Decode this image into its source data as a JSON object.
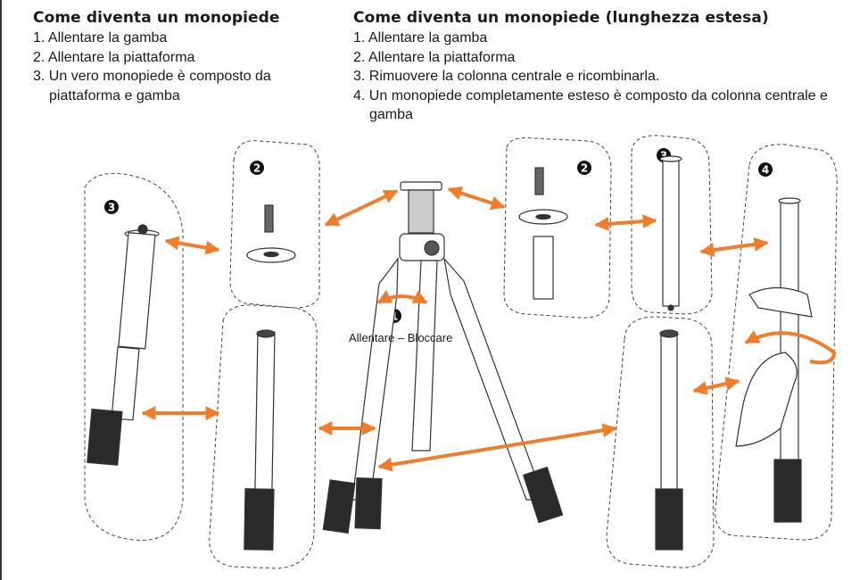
{
  "left": {
    "title": "Come diventa un monopiede",
    "steps": [
      "1.  Allentare la gamba",
      "2. Allentare la piattaforma",
      "3. Un vero monopiede è composto da piattaforma e gamba"
    ]
  },
  "right": {
    "title": "Come diventa un monopiede (lunghezza estesa)",
    "steps": [
      "1.  Allentare la gamba",
      "2. Allentare la piattaforma",
      "3. Rimuovere la colonna centrale e ricombinarla.",
      "4. Un monopiede completamente esteso è composto da colonna centrale e gamba"
    ]
  },
  "figure": {
    "caption": "Allentare – Bloccare",
    "markers": [
      "1",
      "2",
      "3",
      "2",
      "3",
      "4"
    ],
    "accent": "#ef7d2b",
    "icons": [
      "platform-icon",
      "tripod-icon",
      "leg-icon",
      "center-column-icon",
      "hand-icon",
      "rotation-arrow-icon",
      "double-arrow-icon"
    ]
  }
}
